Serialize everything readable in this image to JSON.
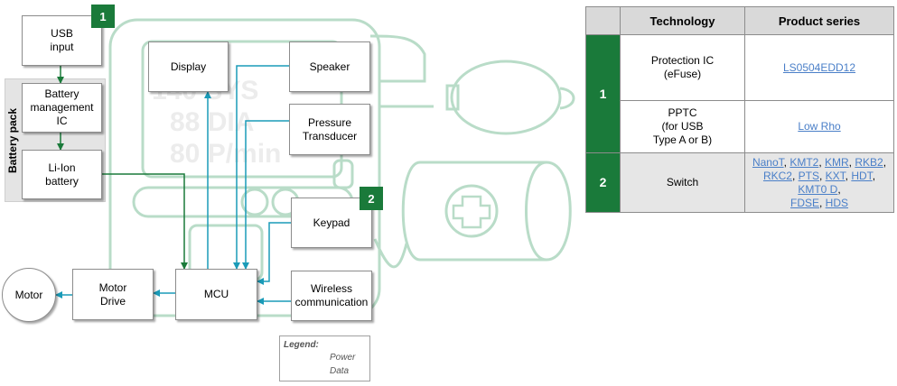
{
  "blocks": {
    "usb_input": "USB\ninput",
    "battery_management": "Battery\nmanagement\nIC",
    "liion_battery": "Li-Ion\nbattery",
    "display": "Display",
    "speaker": "Speaker",
    "pressure_transducer": "Pressure\nTransducer",
    "keypad": "Keypad",
    "mcu": "MCU",
    "motor_drive": "Motor\nDrive",
    "motor": "Motor",
    "wireless": "Wireless\ncommunication"
  },
  "battery_pack_label": "Battery pack",
  "badges": {
    "one": "1",
    "two": "2"
  },
  "device_readout": {
    "line1": "140 SYS",
    "line2": "88 DIA",
    "line3": "80 P/min"
  },
  "legend": {
    "title": "Legend:",
    "power": "Power",
    "data": "Data"
  },
  "colors": {
    "power": "#1a7a3a",
    "data": "#1a9bb8",
    "device_outline": "#b9dcc8",
    "link": "#4a7fc8"
  },
  "table": {
    "headers": [
      "Technology",
      "Product series"
    ],
    "groups": [
      {
        "number": "1",
        "rows": [
          {
            "technology": "Protection IC\n(eFuse)",
            "products": [
              "LS0504EDD12"
            ]
          },
          {
            "technology": "PPTC\n(for USB\nType A or B)",
            "products": [
              "Low Rho"
            ]
          }
        ]
      },
      {
        "number": "2",
        "rows": [
          {
            "technology": "Switch",
            "products": [
              "NanoT",
              "KMT2",
              "KMR",
              "RKB2",
              "RKC2",
              "PTS",
              "KXT",
              "HDT",
              "KMT0 D",
              "FDSE",
              "HDS"
            ]
          }
        ]
      }
    ]
  }
}
